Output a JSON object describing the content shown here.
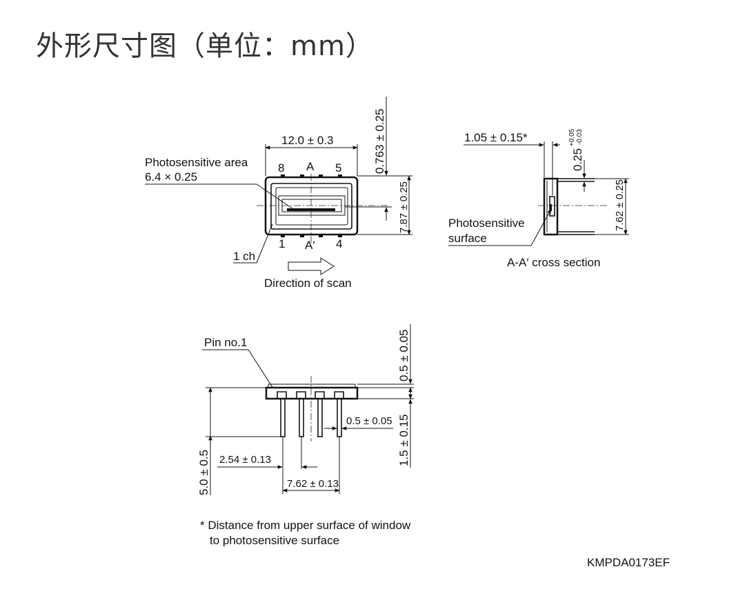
{
  "title": "外形尺寸图（单位：mm）",
  "top_view": {
    "width_dim": "12.0 ± 0.3",
    "window_offset_dim": "0.763 ± 0.25",
    "height_dim": "7.87 ± 0.25",
    "area_label_line1": "Photosensitive area",
    "area_label_line2": "6.4 × 0.25",
    "pin_top_left": "8",
    "pin_top_right": "5",
    "pin_bottom_left": "1",
    "pin_bottom_right": "4",
    "section_top": "A",
    "section_bottom": "A′",
    "channel_label": "1 ch",
    "scan_label": "Direction of scan"
  },
  "cross_section": {
    "window_depth_dim": "1.05 ± 0.15*",
    "thickness_dim_base": "0.25",
    "thickness_tol_plus": "+0.05",
    "thickness_tol_minus": "-0.03",
    "height_dim": "7.62 ± 0.25",
    "surface_label_line1": "Photosensitive",
    "surface_label_line2": "surface",
    "caption": "A-A′ cross section"
  },
  "side_view": {
    "pin1_label": "Pin no.1",
    "top_dim": "0.5 ± 0.05",
    "pin_width_dim": "0.5 ± 0.05",
    "body_dim": "1.5 ± 0.15",
    "lead_length_dim": "5.0 ± 0.5",
    "pitch_dim": "2.54 ± 0.13",
    "row_spacing_dim": "7.62 ± 0.13"
  },
  "footnote_line1": "* Distance from upper surface of window",
  "footnote_line2": "to photosensitive surface",
  "drawing_code": "KMPDA0173EF"
}
